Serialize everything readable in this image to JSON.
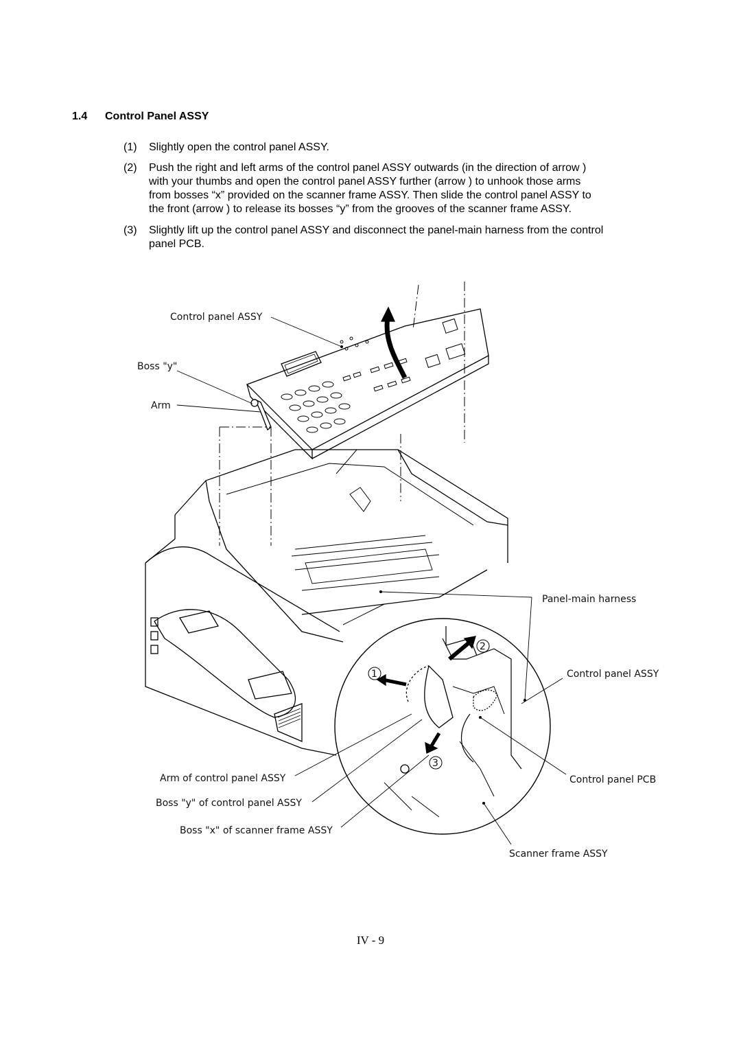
{
  "section": {
    "number": "1.4",
    "title": "Control Panel ASSY"
  },
  "steps": [
    {
      "num": "(1)",
      "lines": [
        "Slightly open the control panel ASSY."
      ]
    },
    {
      "num": "(2)",
      "lines": [
        "Push the right and left arms of the control panel ASSY outwards (in the direction of arrow    )",
        "with your thumbs and open the control panel ASSY further (arrow    ) to unhook those arms",
        "from bosses “x” provided on the scanner frame ASSY.   Then slide the control panel ASSY to",
        "the front (arrow    ) to release its bosses “y” from the grooves of the scanner frame ASSY."
      ]
    },
    {
      "num": "(3)",
      "lines": [
        "Slightly lift up the control panel ASSY and disconnect the panel-main harness from the control",
        "panel PCB."
      ]
    }
  ],
  "figure": {
    "labels": {
      "control_panel_assy_top": "Control panel ASSY",
      "boss_y": "Boss \"y\"",
      "arm": "Arm",
      "panel_main_harness": "Panel-main harness",
      "control_panel_assy_right": "Control panel ASSY",
      "arm_of_control_panel": "Arm of control panel ASSY",
      "boss_y_of_control_panel": "Boss \"y\" of control panel ASSY",
      "control_panel_pcb": "Control panel PCB",
      "boss_x_of_scanner_frame": "Boss \"x\" of scanner frame ASSY",
      "scanner_frame_assy": "Scanner frame ASSY"
    },
    "callouts": [
      "1",
      "2",
      "3"
    ]
  },
  "page_number": "IV - 9"
}
